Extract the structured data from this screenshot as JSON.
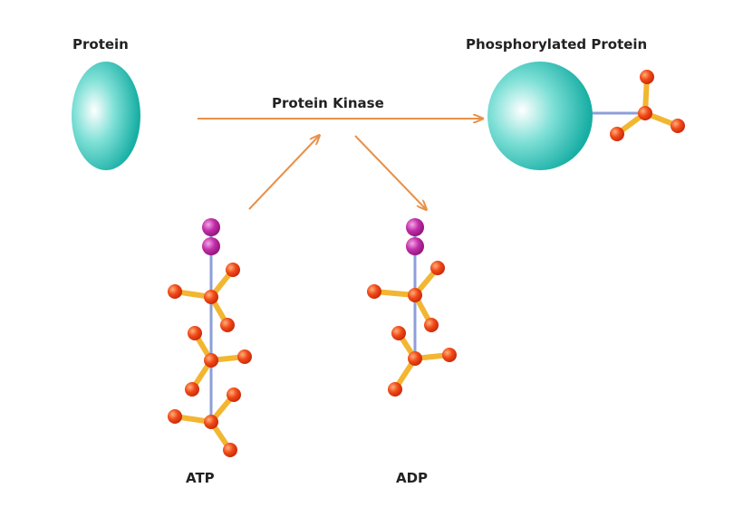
{
  "labels": {
    "protein": "Protein",
    "phosphorylated_protein": "Phosphorylated Protein",
    "kinase": "Protein Kinase",
    "atp": "ATP",
    "adp": "ADP"
  },
  "colors": {
    "protein_teal": "#1bb7ad",
    "arrow_orange": "#e8914a",
    "phosphate_red": "#ee3a12",
    "bond_gold": "#f2b632",
    "backbone_blue": "#8d9fd8",
    "adenine_magenta": "#b41f9a"
  },
  "molecules": {
    "atp_phosphate_groups": 3,
    "adp_phosphate_groups": 2
  }
}
